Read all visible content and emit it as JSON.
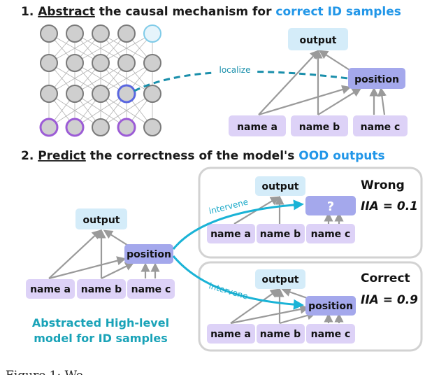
{
  "section1": {
    "number": "1.",
    "keyword": "Abstract",
    "middle": " the causal mechanism for ",
    "highlight": "correct ID samples"
  },
  "section2": {
    "number": "2.",
    "keyword": "Predict",
    "middle": " the correctness of the model's ",
    "highlight": "OOD outputs"
  },
  "nodes": {
    "output": "output",
    "position": "position",
    "name_a": "name a",
    "name_b": "name b",
    "name_c": "name c",
    "unknown": "?"
  },
  "edge_labels": {
    "localize": "localize",
    "intervene": "intervene"
  },
  "panels": {
    "wrong": {
      "verdict": "Wrong",
      "iia": "IIA = 0.1"
    },
    "correct": {
      "verdict": "Correct",
      "iia": "IIA = 0.9"
    }
  },
  "caption": {
    "line1": "Abstracted High-level",
    "line2": "model for ID samples"
  },
  "figure_caption": "Figure 1: We…",
  "colors": {
    "output_fill": "#d4ecf9",
    "position_fill": "#a4a8ec",
    "name_fill": "#ddd2f7",
    "neuron_fill": "#cfcfcf",
    "accent_blue": "#2196e8",
    "intervene_cyan": "#1ab3d6",
    "highlight_neuron": "#5a67e0",
    "input_neuron": "#9c5cd6"
  }
}
